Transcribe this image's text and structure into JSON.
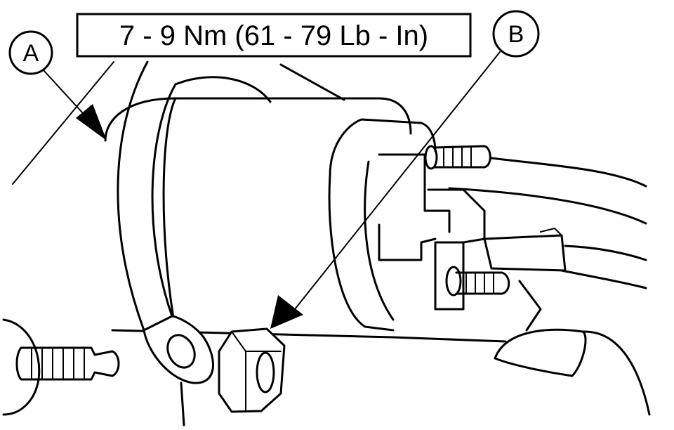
{
  "torque_spec": "7 - 9 Nm (61 - 79 Lb - In)",
  "callouts": {
    "a": "A",
    "b": "B"
  },
  "colors": {
    "ink": "#000000",
    "paper": "#ffffff"
  }
}
